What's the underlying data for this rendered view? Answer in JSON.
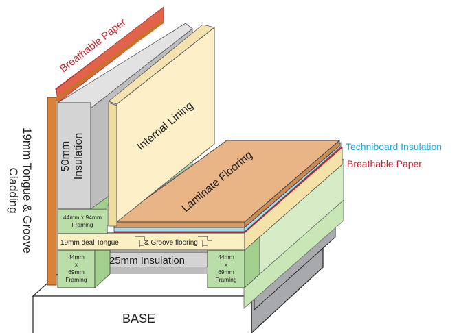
{
  "labels": {
    "breathable_paper_wall": "Breathable Paper",
    "cladding_line1": "19mm Tongue & Groove",
    "cladding_line2": "Cladding",
    "wall_insulation_line1": "50mm",
    "wall_insulation_line2": "Insulation",
    "wall_framing_line1": "44mm x 94mm",
    "wall_framing_line2": "Framing",
    "internal_lining": "Internal Lining",
    "laminate_flooring": "Laminate Flooring",
    "techniboard": "Techniboard Insulation",
    "breathable_paper_floor": "Breathable Paper",
    "deal_flooring_part1": "19mm deal Tongue",
    "deal_flooring_part2": "& Groove flooring",
    "floor_insulation": "25mm Insulation",
    "joist_left_line1": "44mm",
    "joist_left_line2": "x",
    "joist_left_line3": "69mm",
    "joist_left_line4": "Framing",
    "joist_right_line1": "44mm",
    "joist_right_line2": "x",
    "joist_right_line3": "69mm",
    "joist_right_line4": "Framing",
    "base": "BASE"
  },
  "colors": {
    "breathable_paper": "#e0634a",
    "paper_label": "#c8202e",
    "techniboard_label": "#1aa9dc",
    "cladding": "#d9823a",
    "insulation_front": "#d4d4d4",
    "insulation_side": "#bdbdbd",
    "framing_green": "#b9dea8",
    "framing_side": "#a2cf8d",
    "lining": "#fdf0c9",
    "laminate": "#e9b586",
    "techniboard": "#a6d8ee",
    "deal_floor": "#fbefc4",
    "base_grey": "#a7a9ac"
  }
}
